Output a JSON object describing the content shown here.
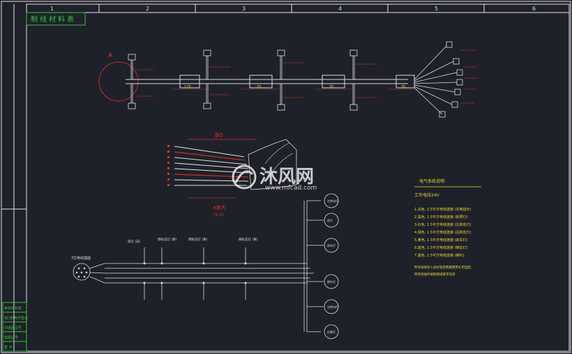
{
  "frame": {
    "columns": [
      "1",
      "2",
      "3",
      "4",
      "5",
      "6"
    ],
    "title_block": "制线材料表"
  },
  "harness": {
    "callout": "A",
    "segment_labels": [
      "120",
      "70",
      "70",
      "70"
    ]
  },
  "detail": {
    "dimension": "80",
    "caption": "A放大",
    "scale": "(5:1)"
  },
  "notes": {
    "heading": "电气系统说明",
    "lines": [
      "工作电压24V",
      "1.白色, 2.5平方电线连接 (充电指示)",
      "2.黑色, 1.5平方电线连接 (前照灯)",
      "3.红色, 1.5平方电线连接 (左转向灯)",
      "4.绿色, 1.5平方电线连接 (右转向灯)",
      "5.黄色, 1.5平方电线连接 (刹车灯)",
      "6.蓝色, 1.5平方电线连接 (倒车灯)",
      "7.黑色, 1.5平方电线连接 (喇叭)"
    ],
    "footer": [
      "所有线束穿入波纹管后两端需用扎带固定,",
      "所有接插件按照图纸要求连接"
    ]
  },
  "schematic": {
    "connector_label": "7芯电线插座",
    "lamps": [
      "左转向灯",
      "前灯",
      "刹车灯",
      "倒车灯",
      "右转向灯",
      "后雾灯"
    ],
    "loads": [
      "前灯 (白)",
      "侧标志灯 (黄)",
      "侧标志灯 (黄)",
      "侧标志灯 (黄)"
    ]
  },
  "sidebar": {
    "rows": [
      "审核用料单",
      "借(通)用件登记",
      "旧底图总号",
      "底图总号",
      "签 字"
    ]
  },
  "watermark": {
    "brand": "沐风网",
    "url": "www.mfcad.com"
  },
  "colors": {
    "background": "#1e2129",
    "frame": "#e8e8e8",
    "green": "#3fbf3f",
    "yellow": "#e6d73a",
    "red": "#e23030",
    "text": "#dcdcdc"
  }
}
